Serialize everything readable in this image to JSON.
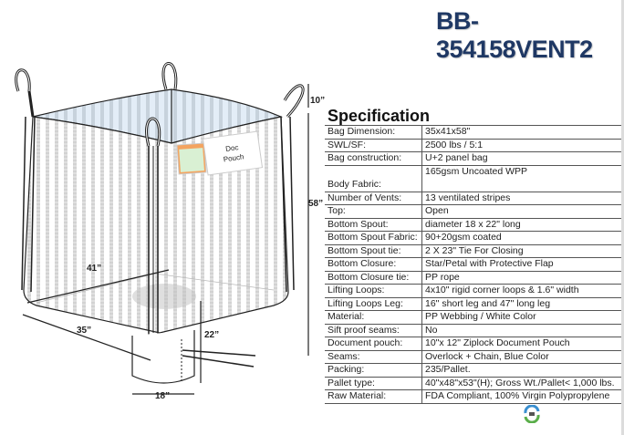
{
  "title": "BB-354158VENT2",
  "diagram": {
    "labels": {
      "loop_height": "10”",
      "body_height": "58”",
      "width": "41”",
      "depth": "35”",
      "spout_length": "22”",
      "spout_diameter": "18”",
      "pouch_label_line1": "Doc",
      "pouch_label_line2": "Pouch"
    },
    "colors": {
      "outline": "#222222",
      "stripe": "#c9c9c9",
      "top_fill": "#dbe8f4"
    }
  },
  "specification": {
    "heading": "Specification",
    "rows": [
      {
        "label": "Bag Dimension:",
        "value": "35x41x58\""
      },
      {
        "label": "SWL/SF:",
        "value": "2500 lbs / 5:1"
      },
      {
        "label": "Bag construction:",
        "value": "U+2 panel bag"
      },
      {
        "label": "Body Fabric:",
        "value": "165gsm Uncoated WPP"
      },
      {
        "label": "Number of Vents:",
        "value": "13 ventilated stripes"
      },
      {
        "label": "Top:",
        "value": "Open"
      },
      {
        "label": "Bottom Spout:",
        "value": "diameter 18 x 22\" long"
      },
      {
        "label": "Bottom Spout Fabric:",
        "value": "90+20gsm coated"
      },
      {
        "label": "Bottom Spout tie:",
        "value": "2 X 23\" Tie For Closing"
      },
      {
        "label": "Bottom Closure:",
        "value": "Star/Petal with Protective Flap"
      },
      {
        "label": "Bottom Closure tie:",
        "value": "PP rope"
      },
      {
        "label": "Lifting Loops:",
        "value": "4x10\" rigid corner loops & 1.6\" width"
      },
      {
        "label": "Lifting Loops Leg:",
        "value": "16\" short leg and 47\" long leg"
      },
      {
        "label": "Material:",
        "value": "PP Webbing / White Color"
      },
      {
        "label": "Sift proof seams:",
        "value": "No"
      },
      {
        "label": "Document pouch:",
        "value": "10\"x 12\" Ziplock Document Pouch"
      },
      {
        "label": "Seams:",
        "value": "Overlock + Chain, Blue Color"
      },
      {
        "label": "Packing:",
        "value": "235/Pallet."
      },
      {
        "label": "Pallet type:",
        "value": "40\"x48\"x53\"(H); Gross Wt./Pallet< 1,000 lbs."
      },
      {
        "label": "Raw Material:",
        "value": "FDA Compliant, 100% Virgin Polypropylene"
      }
    ]
  },
  "colors": {
    "title": "#1f3864",
    "logo_blue": "#3a8fd0",
    "logo_green": "#5aae4a"
  }
}
